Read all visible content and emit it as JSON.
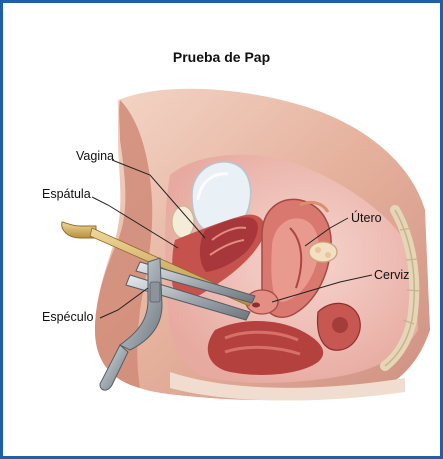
{
  "title": "Prueba de Pap",
  "labels": {
    "vagina": "Vagina",
    "espatula": "Espátula",
    "utero": "Útero",
    "cerviz": "Cerviz",
    "especulo": "Espéculo"
  },
  "colors": {
    "frame": "#1f5fa8",
    "skin": "#e8b8a0",
    "tissue_dark": "#b84a4a",
    "tissue_mid": "#d77a70",
    "bladder": "#e6eef5",
    "instrument": "#9aa3aa",
    "spatula": "#c9a85a"
  }
}
